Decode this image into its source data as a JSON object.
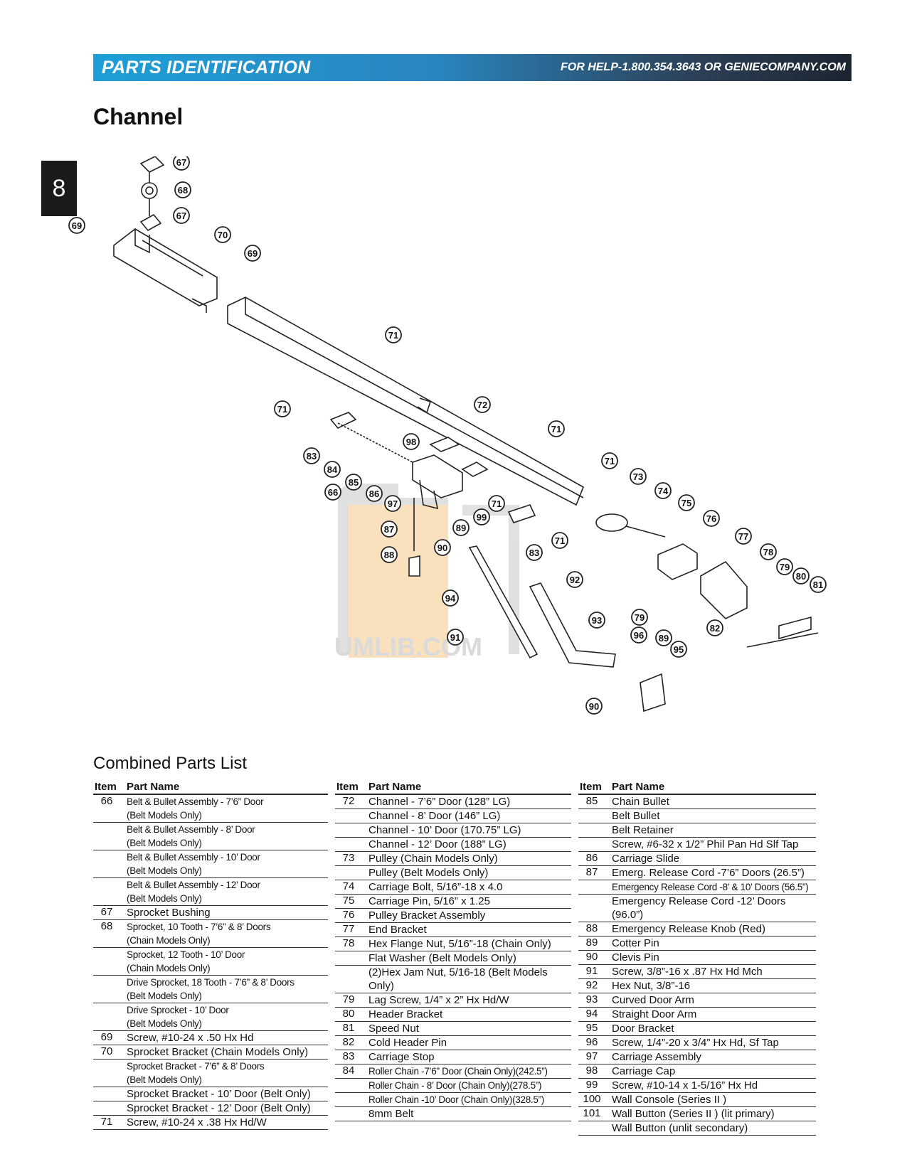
{
  "header": {
    "title": "PARTS IDENTIFICATION",
    "help": "FOR HELP-1.800.354.3643 OR GENIECOMPANY.COM"
  },
  "page_title": "Channel",
  "section_tab": "8",
  "watermark": "UMLIB.COM",
  "callouts": [
    "67",
    "68",
    "67",
    "69",
    "70",
    "69",
    "71",
    "71",
    "72",
    "71",
    "71",
    "73",
    "74",
    "75",
    "76",
    "77",
    "78",
    "79",
    "80",
    "81",
    "82",
    "83",
    "84",
    "85",
    "66",
    "86",
    "97",
    "87",
    "88",
    "98",
    "99",
    "89",
    "90",
    "71",
    "83",
    "71",
    "92",
    "94",
    "93",
    "91",
    "79",
    "96",
    "89",
    "95",
    "90"
  ],
  "parts_list": {
    "title": "Combined Parts List",
    "col_item": "Item",
    "col_name": "Part Name",
    "columns": [
      [
        {
          "item": "66",
          "name": "Belt & Bullet Assembly - 7’6” Door\n(Belt Models Only)"
        },
        {
          "item": "",
          "name": "Belt & Bullet Assembly - 8’ Door\n(Belt Models Only)"
        },
        {
          "item": "",
          "name": "Belt & Bullet Assembly - 10’ Door\n(Belt Models Only)"
        },
        {
          "item": "",
          "name": "Belt & Bullet Assembly - 12’ Door\n(Belt Models Only)"
        },
        {
          "item": "67",
          "name": "Sprocket Bushing"
        },
        {
          "item": "68",
          "name": "Sprocket, 10 Tooth - 7’6” & 8’ Doors\n(Chain Models Only)"
        },
        {
          "item": "",
          "name": "Sprocket, 12 Tooth - 10’ Door\n(Chain Models Only)"
        },
        {
          "item": "",
          "name": "Drive Sprocket, 18 Tooth - 7’6” & 8’ Doors\n(Belt Models Only)"
        },
        {
          "item": "",
          "name": "Drive Sprocket - 10’ Door\n(Belt Models Only)"
        },
        {
          "item": "69",
          "name": "Screw, #10-24 x .50 Hx Hd"
        },
        {
          "item": "70",
          "name": "Sprocket Bracket (Chain Models Only)"
        },
        {
          "item": "",
          "name": "Sprocket Bracket - 7’6” & 8’ Doors\n(Belt Models Only)"
        },
        {
          "item": "",
          "name": "Sprocket Bracket - 10’ Door (Belt Only)"
        },
        {
          "item": "",
          "name": "Sprocket Bracket - 12’ Door (Belt Only)"
        },
        {
          "item": "71",
          "name": "Screw, #10-24 x .38 Hx Hd/W"
        }
      ],
      [
        {
          "item": "72",
          "name": "Channel - 7’6” Door (128” LG)"
        },
        {
          "item": "",
          "name": "Channel - 8’ Door (146” LG)"
        },
        {
          "item": "",
          "name": "Channel - 10’ Door (170.75” LG)"
        },
        {
          "item": "",
          "name": "Channel - 12’ Door (188” LG)"
        },
        {
          "item": "73",
          "name": "Pulley (Chain Models Only)"
        },
        {
          "item": "",
          "name": "Pulley (Belt Models Only)"
        },
        {
          "item": "74",
          "name": "Carriage Bolt, 5/16”-18 x 4.0"
        },
        {
          "item": "75",
          "name": "Carriage Pin, 5/16” x 1.25"
        },
        {
          "item": "76",
          "name": "Pulley Bracket Assembly"
        },
        {
          "item": "77",
          "name": "End Bracket"
        },
        {
          "item": "78",
          "name": "Hex Flange Nut, 5/16”-18 (Chain Only)"
        },
        {
          "item": "",
          "name": "Flat Washer (Belt Models Only)"
        },
        {
          "item": "",
          "name": "(2)Hex Jam Nut, 5/16-18 (Belt Models Only)"
        },
        {
          "item": "79",
          "name": "Lag Screw, 1/4” x 2” Hx Hd/W"
        },
        {
          "item": "80",
          "name": "Header Bracket"
        },
        {
          "item": "81",
          "name": "Speed Nut"
        },
        {
          "item": "82",
          "name": "Cold Header Pin"
        },
        {
          "item": "83",
          "name": "Carriage Stop"
        },
        {
          "item": "84",
          "name": "Roller Chain -7’6” Door (Chain Only)(242.5”)"
        },
        {
          "item": "",
          "name": "Roller Chain - 8’ Door (Chain Only)(278.5”)"
        },
        {
          "item": "",
          "name": "Roller Chain -10’ Door (Chain Only)(328.5”)"
        },
        {
          "item": "",
          "name": "8mm Belt"
        }
      ],
      [
        {
          "item": "85",
          "name": "Chain Bullet"
        },
        {
          "item": "",
          "name": "Belt Bullet"
        },
        {
          "item": "",
          "name": "Belt Retainer"
        },
        {
          "item": "",
          "name": "Screw, #6-32 x 1/2” Phil Pan Hd Slf Tap"
        },
        {
          "item": "86",
          "name": "Carriage Slide"
        },
        {
          "item": "87",
          "name": "Emerg. Release Cord -7’6” Doors (26.5”)"
        },
        {
          "item": "",
          "name": "Emergency Release Cord -8’ & 10’ Doors (56.5”)"
        },
        {
          "item": "",
          "name": "Emergency Release Cord -12’ Doors (96.0”)"
        },
        {
          "item": "88",
          "name": "Emergency Release Knob (Red)"
        },
        {
          "item": "89",
          "name": "Cotter Pin"
        },
        {
          "item": "90",
          "name": "Clevis Pin"
        },
        {
          "item": "91",
          "name": "Screw, 3/8”-16 x .87 Hx Hd Mch"
        },
        {
          "item": "92",
          "name": "Hex Nut, 3/8”-16"
        },
        {
          "item": "93",
          "name": "Curved Door Arm"
        },
        {
          "item": "94",
          "name": "Straight Door Arm"
        },
        {
          "item": "95",
          "name": "Door Bracket"
        },
        {
          "item": "96",
          "name": "Screw, 1/4”-20 x 3/4” Hx Hd, Sf Tap"
        },
        {
          "item": "97",
          "name": "Carriage Assembly"
        },
        {
          "item": "98",
          "name": "Carriage Cap"
        },
        {
          "item": "99",
          "name": "Screw, #10-14 x 1-5/16” Hx Hd"
        },
        {
          "item": "100",
          "name": "Wall Console (Series II )"
        },
        {
          "item": "101",
          "name": "Wall Button (Series II ) (lit primary)"
        },
        {
          "item": "",
          "name": "Wall Button (unlit secondary)"
        }
      ]
    ]
  }
}
